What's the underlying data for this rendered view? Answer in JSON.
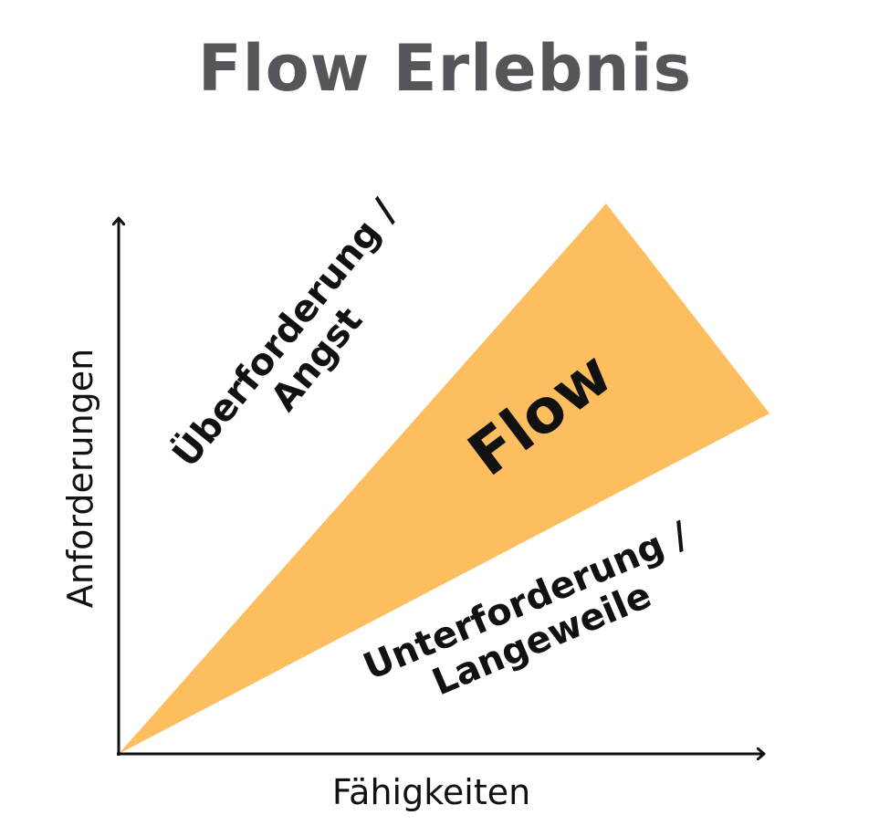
{
  "title": "Flow Erlebnis",
  "axes": {
    "x_label": "Fähigkeiten",
    "y_label": "Anforderungen"
  },
  "regions": {
    "upper": {
      "line1": "Überforderung /",
      "line2": "Angst"
    },
    "middle": {
      "label": "Flow"
    },
    "lower": {
      "line1": "Unterforderung /",
      "line2": "Langeweile"
    }
  },
  "colors": {
    "flow_fill": "#fdbe5f",
    "title": "#55555a",
    "axis": "#111111"
  }
}
